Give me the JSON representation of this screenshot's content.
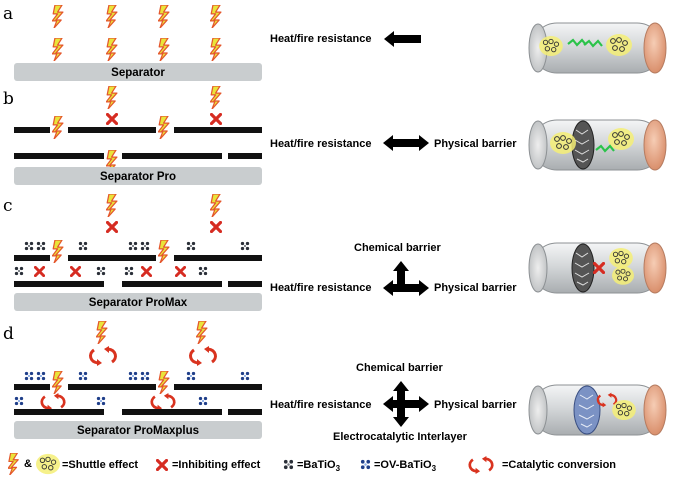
{
  "panels": [
    {
      "letter": "a",
      "separator": "Separator",
      "heat_label": "Heat/fire resistance",
      "right_label": "",
      "top_label": "",
      "bottom_label": ""
    },
    {
      "letter": "b",
      "separator": "Separator Pro",
      "heat_label": "Heat/fire resistance",
      "right_label": "Physical barrier",
      "top_label": "",
      "bottom_label": ""
    },
    {
      "letter": "c",
      "separator": "Separator ProMax",
      "heat_label": "Heat/fire resistance",
      "right_label": "Physical barrier",
      "top_label": "Chemical barrier",
      "bottom_label": ""
    },
    {
      "letter": "d",
      "separator": "Separator ProMaxplus",
      "heat_label": "Heat/fire resistance",
      "right_label": "Physical barrier",
      "top_label": "Chemical barrier",
      "bottom_label": "Electrocatalytic Interlayer"
    }
  ],
  "legend": {
    "amp": "&",
    "shuttle": "=Shuttle effect",
    "inhibit": "=Inhibiting effect",
    "batio3": "=BaTiO",
    "batio3_sub": "3",
    "ov": "=OV-BaTiO",
    "ov_sub": "3",
    "catalytic": "=Catalytic conversion"
  },
  "colors": {
    "separator_gray": "#c9cdcf",
    "bolt_fill": "#e9e43a",
    "bolt_outline": "#e4572c",
    "inhibit_red": "#d62c22",
    "catalytic_red": "#d9331f",
    "batio3_dots": "#2a2f38",
    "ov_dots": "#1f3f8a",
    "copper_cap": "#e7a886"
  }
}
